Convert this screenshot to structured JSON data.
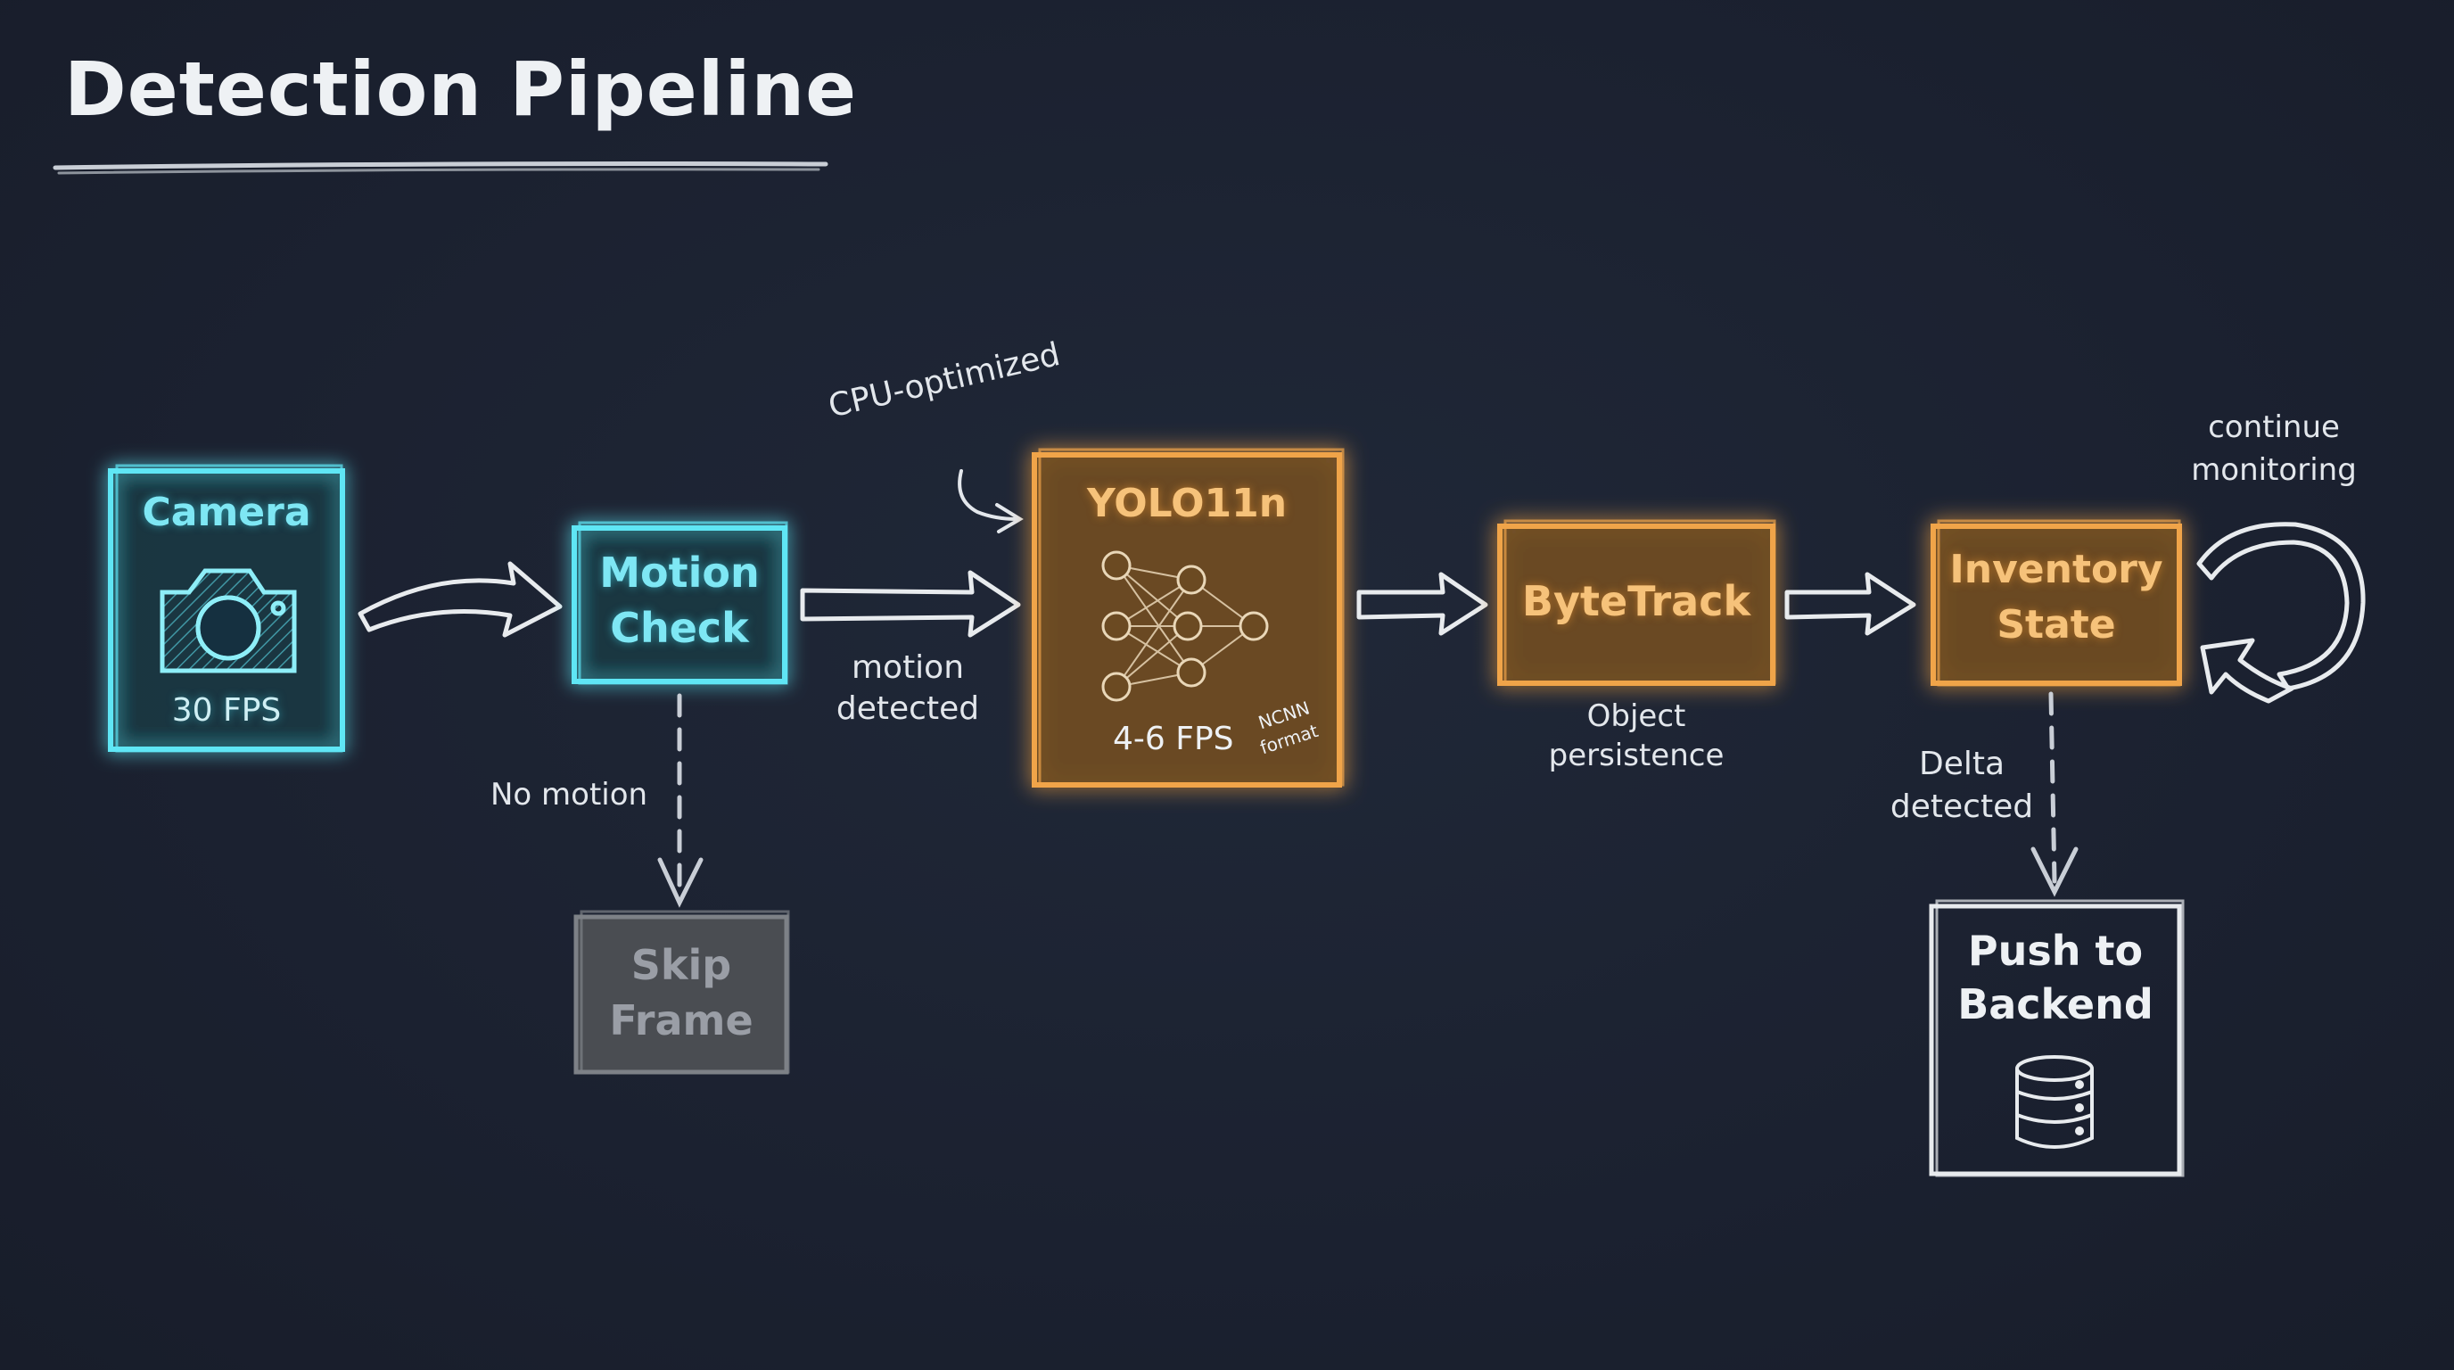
{
  "title": "Detection Pipeline",
  "nodes": {
    "camera": {
      "label": "Camera",
      "fps": "30 FPS"
    },
    "motion_check": {
      "line1": "Motion",
      "line2": "Check"
    },
    "skip_frame": {
      "line1": "Skip",
      "line2": "Frame"
    },
    "yolo": {
      "label": "YOLO11n",
      "fps": "4-6 FPS",
      "format_line1": "NCNN",
      "format_line2": "format"
    },
    "bytetrack": {
      "label": "ByteTrack"
    },
    "inventory_state": {
      "line1": "Inventory",
      "line2": "State"
    },
    "push_backend": {
      "line1": "Push to",
      "line2": "Backend"
    }
  },
  "annotations": {
    "no_motion": "No motion",
    "motion_detected_line1": "motion",
    "motion_detected_line2": "detected",
    "cpu_optimized": "CPU-optimized",
    "object_persistence_line1": "Object",
    "object_persistence_line2": "persistence",
    "delta_detected_line1": "Delta",
    "delta_detected_line2": "detected",
    "continue_monitoring_line1": "continue",
    "continue_monitoring_line2": "monitoring"
  },
  "icons": {
    "camera": "camera-icon",
    "neural_network": "neural-network-icon",
    "database": "database-icon",
    "loop": "loop-arrow-icon"
  },
  "colors": {
    "background": "#1c2230",
    "cyan_stroke": "#5fe6f5",
    "orange_stroke": "#f0a44a",
    "orange_fill": "#6b4a22",
    "grey_box": "#4a4d52",
    "white_stroke": "#e8ebee"
  }
}
